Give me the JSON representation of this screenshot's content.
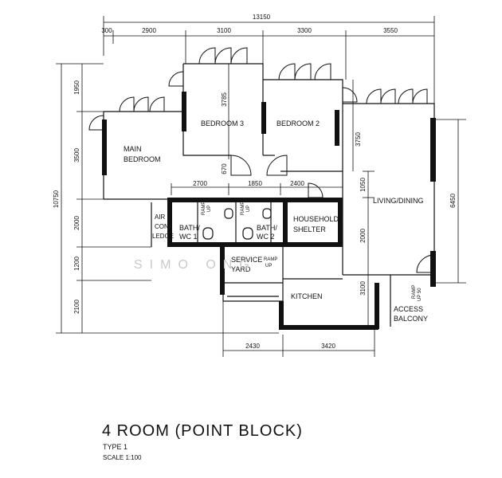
{
  "plan": {
    "title": "4 ROOM (POINT BLOCK)",
    "type": "TYPE 1",
    "scale": "SCALE   1:100",
    "watermark": "SIMO      ONG",
    "rooms": {
      "bedroom3": "BEDROOM 3",
      "bedroom2": "BEDROOM 2",
      "main_bedroom_1": "MAIN",
      "main_bedroom_2": "BEDROOM",
      "living": "LIVING/DINING",
      "shelter_1": "HOUSEHOLD",
      "shelter_2": "SHELTER",
      "aircon_1": "AIR",
      "aircon_2": "CON",
      "aircon_3": "LEDGE",
      "bath1_1": "BATH/",
      "bath1_2": "WC 1",
      "bath2_1": "BATH/",
      "bath2_2": "WC 2",
      "service_1": "SERVICE",
      "service_2": "YARD",
      "kitchen": "KITCHEN",
      "access_1": "ACCESS",
      "access_2": "BALCONY"
    },
    "ramps": {
      "ramp_label": "RAMP",
      "up_label": "UP",
      "up50_label": "UP 50"
    },
    "dimensions": {
      "total_width": "13150",
      "top_1": "300",
      "top_2": "2900",
      "top_3": "3100",
      "top_4": "3300",
      "top_5": "3550",
      "left_total": "10750",
      "left_1": "1950",
      "left_2": "3500",
      "left_3": "2000",
      "left_4": "1200",
      "left_5": "2100",
      "bed3_depth": "3785",
      "bed2_depth": "3750",
      "door_670": "670",
      "mid_1": "2700",
      "mid_2": "1850",
      "mid_3": "2400",
      "mid_4": "1050",
      "mid_5": "2000",
      "kitchen_3100": "3100",
      "right_6450": "6450",
      "bottom_1": "2430",
      "bottom_2": "3420"
    }
  }
}
